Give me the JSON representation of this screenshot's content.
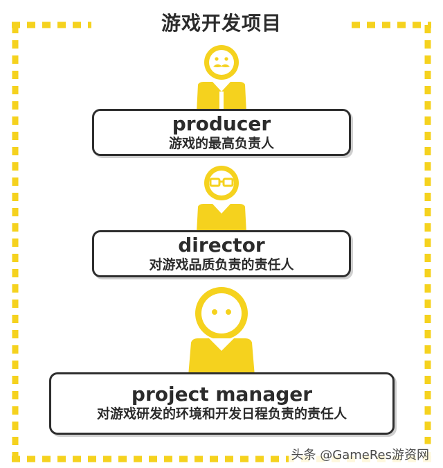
{
  "title": "游戏开发项目",
  "roles": [
    {
      "name": "producer",
      "description": "游戏的最高负责人",
      "icon": "mustache-face-icon"
    },
    {
      "name": "director",
      "description": "对游戏品质负责的责任人",
      "icon": "glasses-face-icon"
    },
    {
      "name": "project manager",
      "description": "对游戏研发的环境和开发日程负责的责任人",
      "icon": "plain-face-icon"
    }
  ],
  "watermark": "头条 @GameRes游资网",
  "colors": {
    "accent": "#F5D21E",
    "border": "#2E2E2E",
    "text": "#2B2B2B"
  }
}
